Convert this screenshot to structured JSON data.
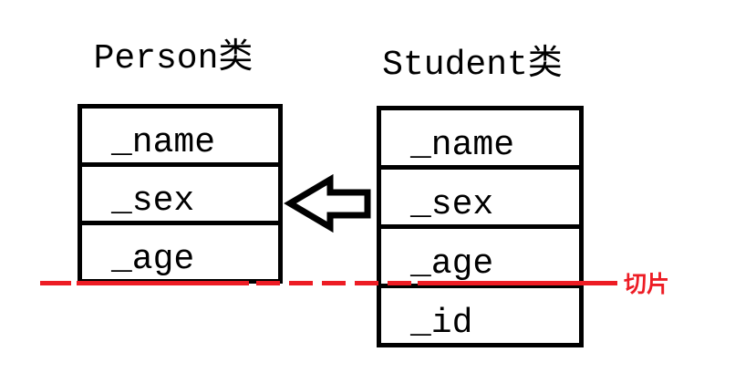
{
  "diagram": {
    "left_class": {
      "title": "Person类",
      "fields": [
        "_name",
        "_sex",
        "_age"
      ]
    },
    "right_class": {
      "title": "Student类",
      "fields": [
        "_name",
        "_sex",
        "_age",
        "_id"
      ]
    },
    "slice_line": {
      "label": "切片"
    },
    "colors": {
      "background": "#ffffff",
      "box_border": "#000000",
      "slice_red": "#ed1c24"
    }
  }
}
